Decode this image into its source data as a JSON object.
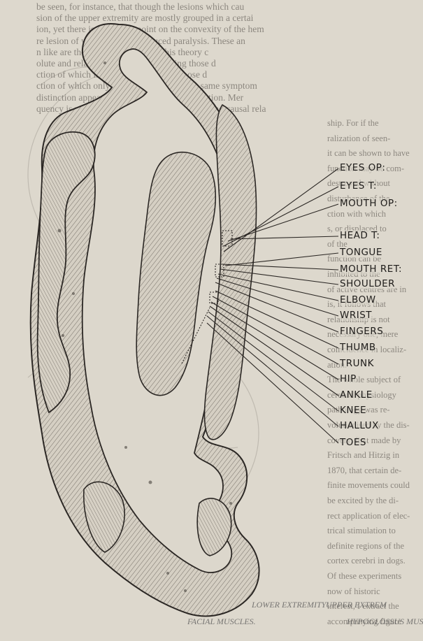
{
  "background_text": {
    "top_lines": [
      "be seen, for instance, that though the lesions which cau",
      "sion of the upper extremity are mostly grouped in a certai",
      "ion, yet there is scarcely a point on the convexity of the hem",
      "re lesion of which has not produced paralysis.  These an",
      "n like are the data on which ...  ... this theory c",
      "olute and relative centres ...  ... res being those d",
      "ction of which invariably ... res being those d",
      "ction of which only frequently, induces the same symptom",
      "distinction appears to ... have no valid foundation.  Mer",
      "quency is not a sufficient basis on which to found causal rela"
    ],
    "right_column": [
      "ship.  For if the",
      "ralization of seen-",
      "it can be shown to have",
      "function may be com-",
      "destroyed without",
      "disturbance of the",
      "ction with which",
      "s, or displaced to",
      "of the",
      "function can be",
      "inhibited to the",
      "of active centres are in",
      "is, it follows that",
      "relationship is not",
      "necessary one; mere",
      "coincidence in localiz-",
      "ation.",
      "The whole subject of",
      "cerebral physiology",
      "pathology was re-",
      "volutionised by the dis-",
      "covery, first made by",
      "Fritsch and Hitzig in",
      "1870, that certain de-",
      "finite movements could",
      "be excited by the di-",
      "rect application of elec-",
      "trical stimulation to",
      "definite regions of the",
      "cortex cerebri in dogs.",
      "Of these experiments",
      "now of historic",
      "interest, I extract the",
      "accompanying figure"
    ]
  },
  "labels": [
    "EYES OP:",
    "EYES T:",
    "MOUTH OP:",
    "HEAD T:",
    "TONGUE",
    "MOUTH RET:",
    "SHOULDER",
    "ELBOW",
    "WRIST",
    "FINGERS",
    "THUMB",
    "TRUNK",
    "HIP",
    "ANKLE",
    "KNEE",
    "HALLUX",
    "TOES"
  ],
  "bottom_captions": {
    "left": "LOWER EXTREMITY",
    "middle": "FACIAL MUSCLES.",
    "right_top": "UPPER EXTREM",
    "right_bottom": "HYPOGLOSSUS MUS"
  }
}
